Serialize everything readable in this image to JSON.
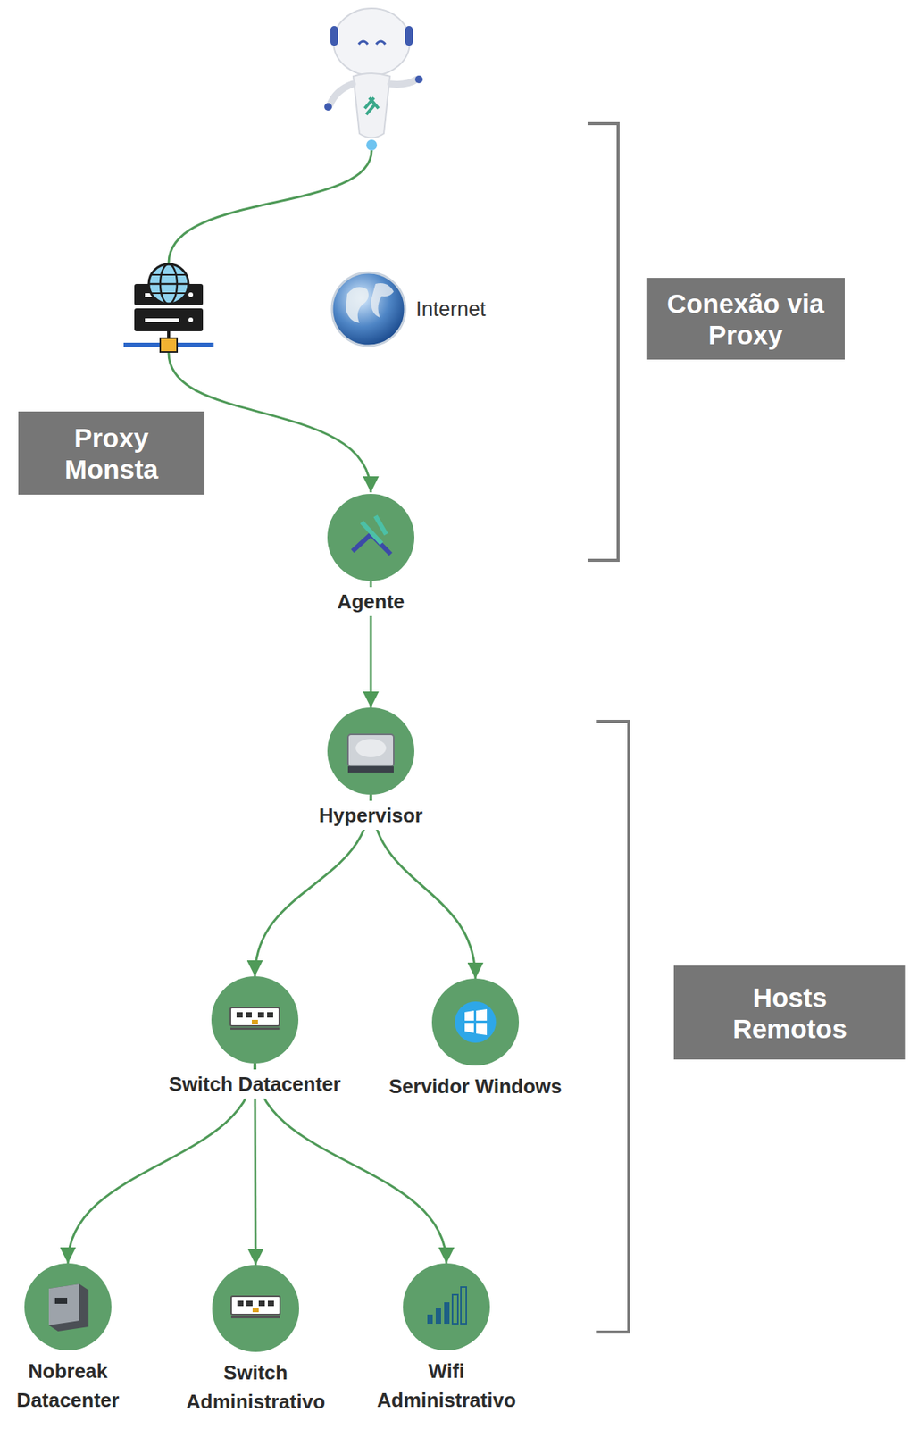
{
  "diagram": {
    "nodes": [
      {
        "text": [
          "Conexão via Proxy"
        ]
      },
      {
        "text": [
          "Proxy Monsta"
        ]
      },
      {
        "text": [
          "Agente"
        ]
      },
      {
        "text": [
          "Hypervisor"
        ]
      },
      {
        "text": [
          "Hosts Remotos"
        ]
      },
      {
        "text": [
          "Switch Datacenter"
        ]
      },
      {
        "text": [
          "Servidor Windows"
        ]
      },
      {
        "text": [
          "Nobreak Datacenter"
        ]
      },
      {
        "text": [
          "Switch Administrativo"
        ]
      },
      {
        "text": [
          "Wifi Administrativo"
        ]
      }
    ],
    "edges": [
      {
        "from": 2,
        "to": 3,
        "arrow": "to"
      },
      {
        "from": 3,
        "to": 5,
        "arrow": "to"
      },
      {
        "from": 3,
        "to": 6,
        "arrow": "to"
      },
      {
        "from": 5,
        "to": 7,
        "arrow": "to"
      },
      {
        "from": 5,
        "to": 8,
        "arrow": "to"
      },
      {
        "from": 5,
        "to": 9,
        "arrow": "to"
      }
    ],
    "labels": [
      "Internet"
    ]
  }
}
